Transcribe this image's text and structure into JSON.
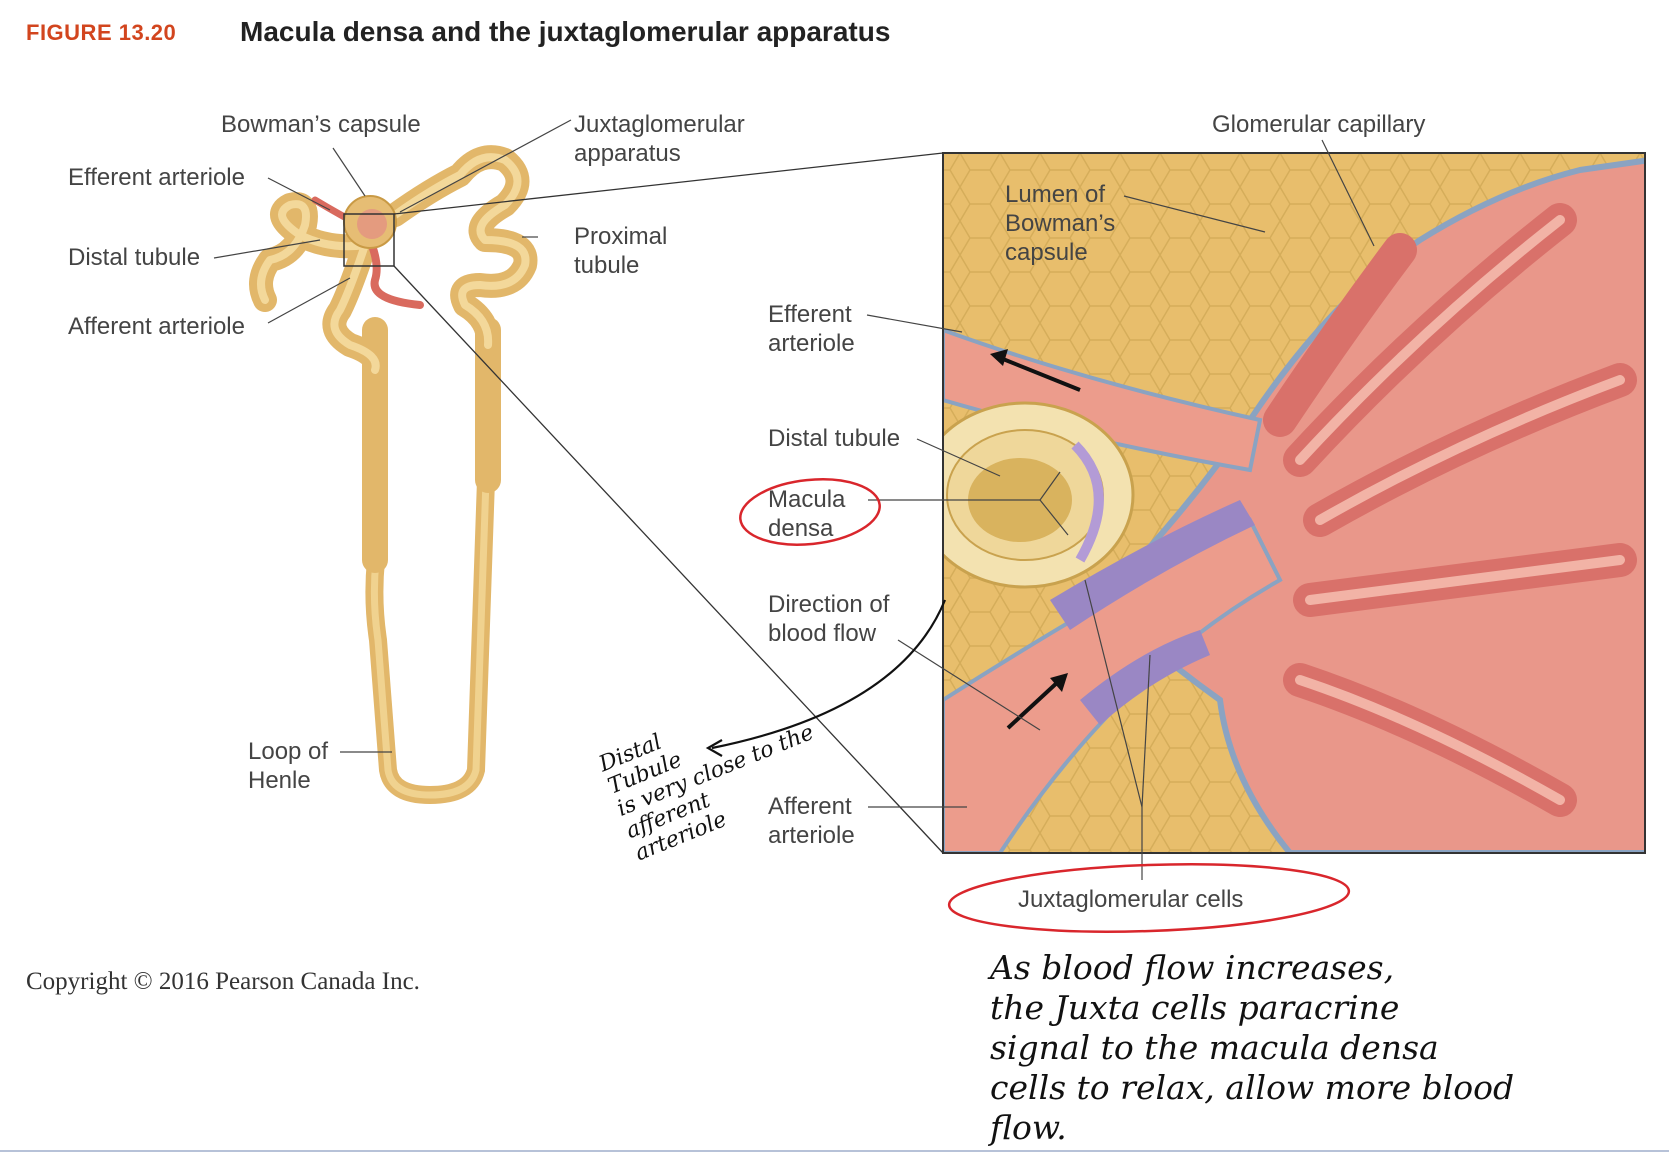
{
  "figure": {
    "label": "FIGURE 13.20",
    "title": "Macula densa and the juxtaglomerular apparatus"
  },
  "nephron_labels": {
    "bowmans_capsule": "Bowman’s capsule",
    "jg_apparatus": "Juxtaglomerular\napparatus",
    "efferent_arteriole": "Efferent arteriole",
    "distal_tubule": "Distal tubule",
    "proximal_tubule": "Proximal\ntubule",
    "afferent_arteriole": "Afferent arteriole",
    "loop_of_henle": "Loop of\nHenle"
  },
  "detail_labels": {
    "glomerular_capillary": "Glomerular capillary",
    "lumen": "Lumen of\nBowman’s\ncapsule",
    "efferent_arteriole": "Efferent\narteriole",
    "distal_tubule": "Distal tubule",
    "macula_densa": "Macula\ndensa",
    "direction_of_blood_flow": "Direction of\nblood flow",
    "afferent_arteriole": "Afferent\narteriole",
    "juxtaglomerular_cells": "Juxtaglomerular cells"
  },
  "copyright": "Copyright © 2016 Pearson Canada Inc.",
  "handwritten": {
    "side_note": "Distal\nTubule\nis very close to the\nafferent\narteriole",
    "bottom_note": "As blood flow increases,\nthe Juxta cells paracrine\nsignal to the macula densa\ncells to relax, allow more blood\nflow."
  },
  "colors": {
    "figure_label": "#d2451e",
    "tubule": "#e2b76a",
    "arteriole": "#e8897a",
    "annotation_circle": "#d9262c"
  }
}
